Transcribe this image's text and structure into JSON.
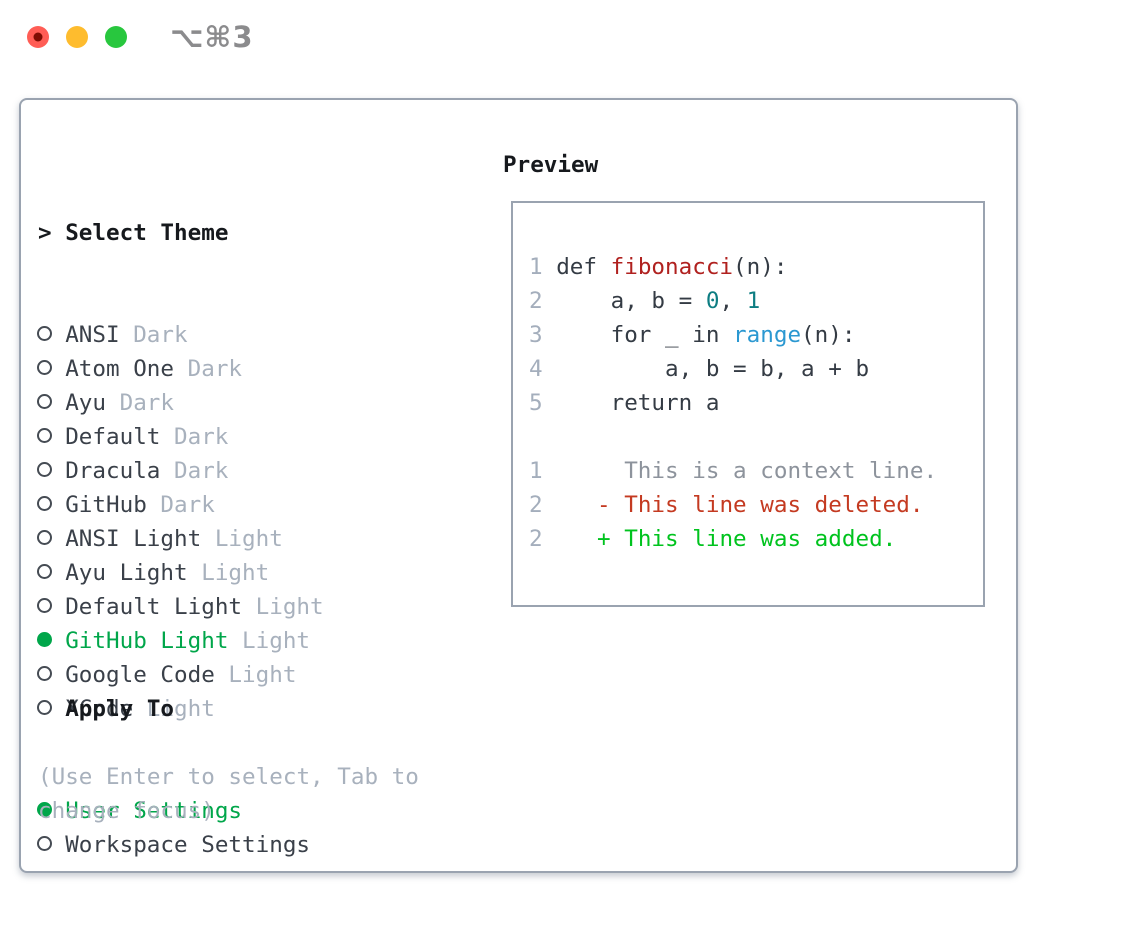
{
  "window": {
    "title": "⌥⌘3",
    "controls": [
      {
        "name": "close",
        "color": "#ff5d55",
        "dot_color": "#7e0d03"
      },
      {
        "name": "minimize",
        "color": "#febc2e",
        "dot_color": ""
      },
      {
        "name": "zoom",
        "color": "#28c73e",
        "dot_color": ""
      }
    ]
  },
  "colors": {
    "accent_green": "#00a64a",
    "text_dark": "#16191d",
    "item_text": "#3a4049",
    "muted_gray": "#a8b1bd",
    "panel_border": "#9aa3b0",
    "title_gray": "#8b8b8d",
    "line_number_gray": "#a4aebc",
    "code_fg": "#343b44",
    "code_function_red": "#b0211f",
    "code_number_teal": "#0d7d82",
    "code_builtin_blue": "#2b98d1",
    "diff_context_gray": "#8d939c",
    "diff_deleted_red": "#c43a21",
    "diff_added_green": "#00c31e"
  },
  "theme_panel": {
    "header_marker": ">",
    "header_label": "Select Theme",
    "themes": [
      {
        "name": "ANSI",
        "tag": "Dark",
        "selected": false
      },
      {
        "name": "Atom One",
        "tag": "Dark",
        "selected": false
      },
      {
        "name": "Ayu",
        "tag": "Dark",
        "selected": false
      },
      {
        "name": "Default",
        "tag": "Dark",
        "selected": false
      },
      {
        "name": "Dracula",
        "tag": "Dark",
        "selected": false
      },
      {
        "name": "GitHub",
        "tag": "Dark",
        "selected": false
      },
      {
        "name": "ANSI Light",
        "tag": "Light",
        "selected": false
      },
      {
        "name": "Ayu Light",
        "tag": "Light",
        "selected": false
      },
      {
        "name": "Default Light",
        "tag": "Light",
        "selected": false
      },
      {
        "name": "GitHub Light",
        "tag": "Light",
        "selected": true
      },
      {
        "name": "Google Code",
        "tag": "Light",
        "selected": false
      },
      {
        "name": "XCode",
        "tag": "Light",
        "selected": false
      }
    ],
    "apply_to_label": "Apply To",
    "apply_options": [
      {
        "label": "User Settings",
        "selected": true
      },
      {
        "label": "Workspace Settings",
        "selected": false
      }
    ],
    "hint_lines": [
      "(Use Enter to select, Tab to",
      "change focus)"
    ]
  },
  "preview": {
    "header_label": "Preview",
    "code_lines": [
      {
        "num": "1",
        "segments": [
          {
            "t": " def ",
            "c": "fg"
          },
          {
            "t": "fibonacci",
            "c": "func"
          },
          {
            "t": "(n):",
            "c": "fg"
          }
        ]
      },
      {
        "num": "2",
        "segments": [
          {
            "t": "     a, b = ",
            "c": "fg"
          },
          {
            "t": "0",
            "c": "num"
          },
          {
            "t": ", ",
            "c": "fg"
          },
          {
            "t": "1",
            "c": "num"
          }
        ]
      },
      {
        "num": "3",
        "segments": [
          {
            "t": "     for _ in ",
            "c": "fg"
          },
          {
            "t": "range",
            "c": "builtin"
          },
          {
            "t": "(n):",
            "c": "fg"
          }
        ]
      },
      {
        "num": "4",
        "segments": [
          {
            "t": "         a, b = b, a + b",
            "c": "fg"
          }
        ]
      },
      {
        "num": "5",
        "segments": [
          {
            "t": "     return a",
            "c": "fg"
          }
        ]
      }
    ],
    "diff_lines": [
      {
        "num": "1",
        "segments": [
          {
            "t": "      This is a context line.",
            "c": "ctx"
          }
        ]
      },
      {
        "num": "2",
        "segments": [
          {
            "t": "    ",
            "c": "fg"
          },
          {
            "t": "- This line was deleted.",
            "c": "del"
          }
        ]
      },
      {
        "num": "2",
        "segments": [
          {
            "t": "    ",
            "c": "fg"
          },
          {
            "t": "+ This line was added.",
            "c": "add"
          }
        ]
      }
    ]
  }
}
